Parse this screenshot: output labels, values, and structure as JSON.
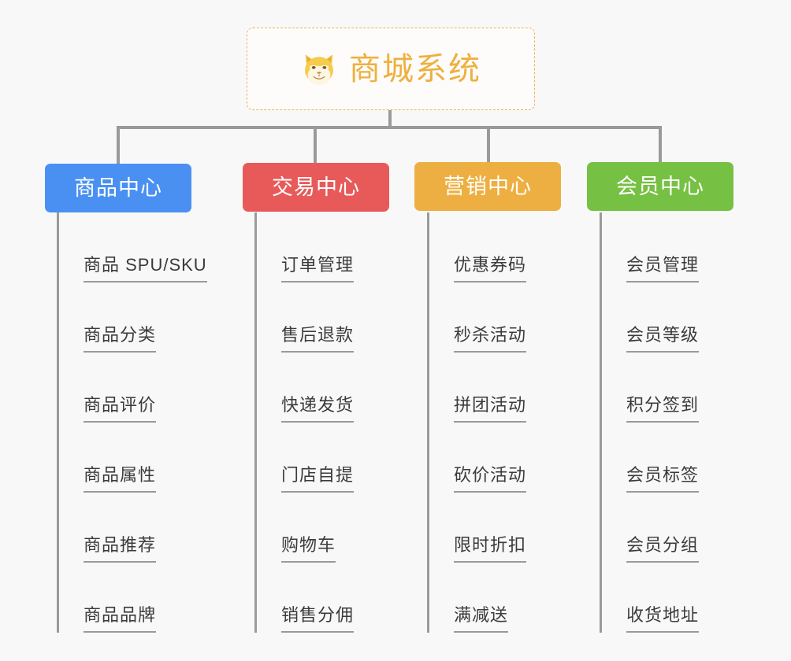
{
  "diagram": {
    "type": "org-chart",
    "background_color": "#f8f8f8",
    "connector_color": "#9a9a9a",
    "root": {
      "title": "商城系统",
      "icon": "shiba-dog-icon",
      "text_color": "#eeb03e",
      "border_color": "#e8b35c",
      "background_color": "#fdfcfb"
    },
    "branches": [
      {
        "label": "商品中心",
        "color": "#4a90f2",
        "items": [
          "商品 SPU/SKU",
          "商品分类",
          "商品评价",
          "商品属性",
          "商品推荐",
          "商品品牌"
        ]
      },
      {
        "label": "交易中心",
        "color": "#e85a5a",
        "items": [
          "订单管理",
          "售后退款",
          "快递发货",
          "门店自提",
          "购物车",
          "销售分佣"
        ]
      },
      {
        "label": "营销中心",
        "color": "#edaf41",
        "items": [
          "优惠券码",
          "秒杀活动",
          "拼团活动",
          "砍价活动",
          "限时折扣",
          "满减送"
        ]
      },
      {
        "label": "会员中心",
        "color": "#76c043",
        "items": [
          "会员管理",
          "会员等级",
          "积分签到",
          "会员标签",
          "会员分组",
          "收货地址"
        ]
      }
    ]
  }
}
